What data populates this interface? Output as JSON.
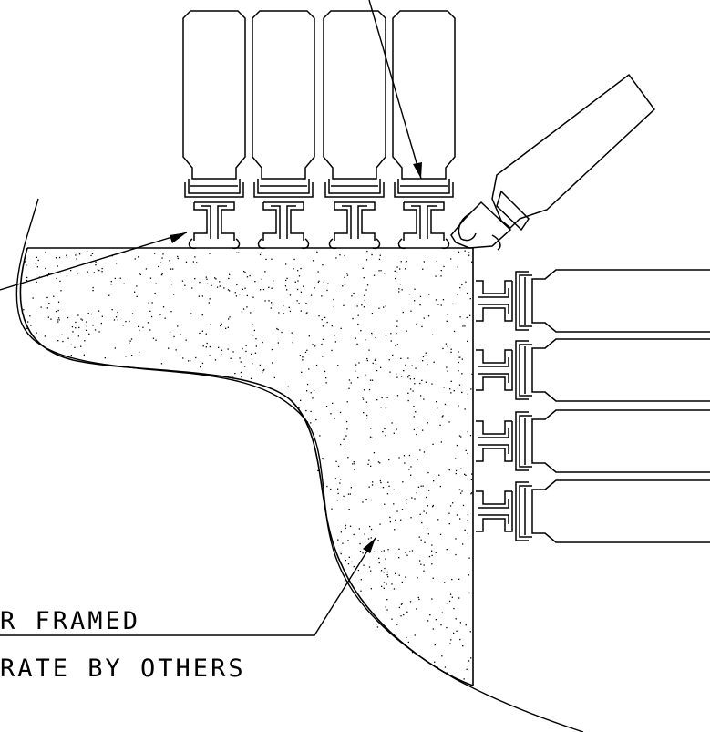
{
  "drawing": {
    "callouts": [
      {
        "id": "framed",
        "text": "R FRAMED"
      },
      {
        "id": "substrate",
        "text": "RATE BY OTHERS"
      }
    ],
    "stroke_color": "#000000",
    "background_color": "#ffffff",
    "fill_pattern": "stipple",
    "vertical_panel_count": 4,
    "horizontal_panel_count": 4
  }
}
